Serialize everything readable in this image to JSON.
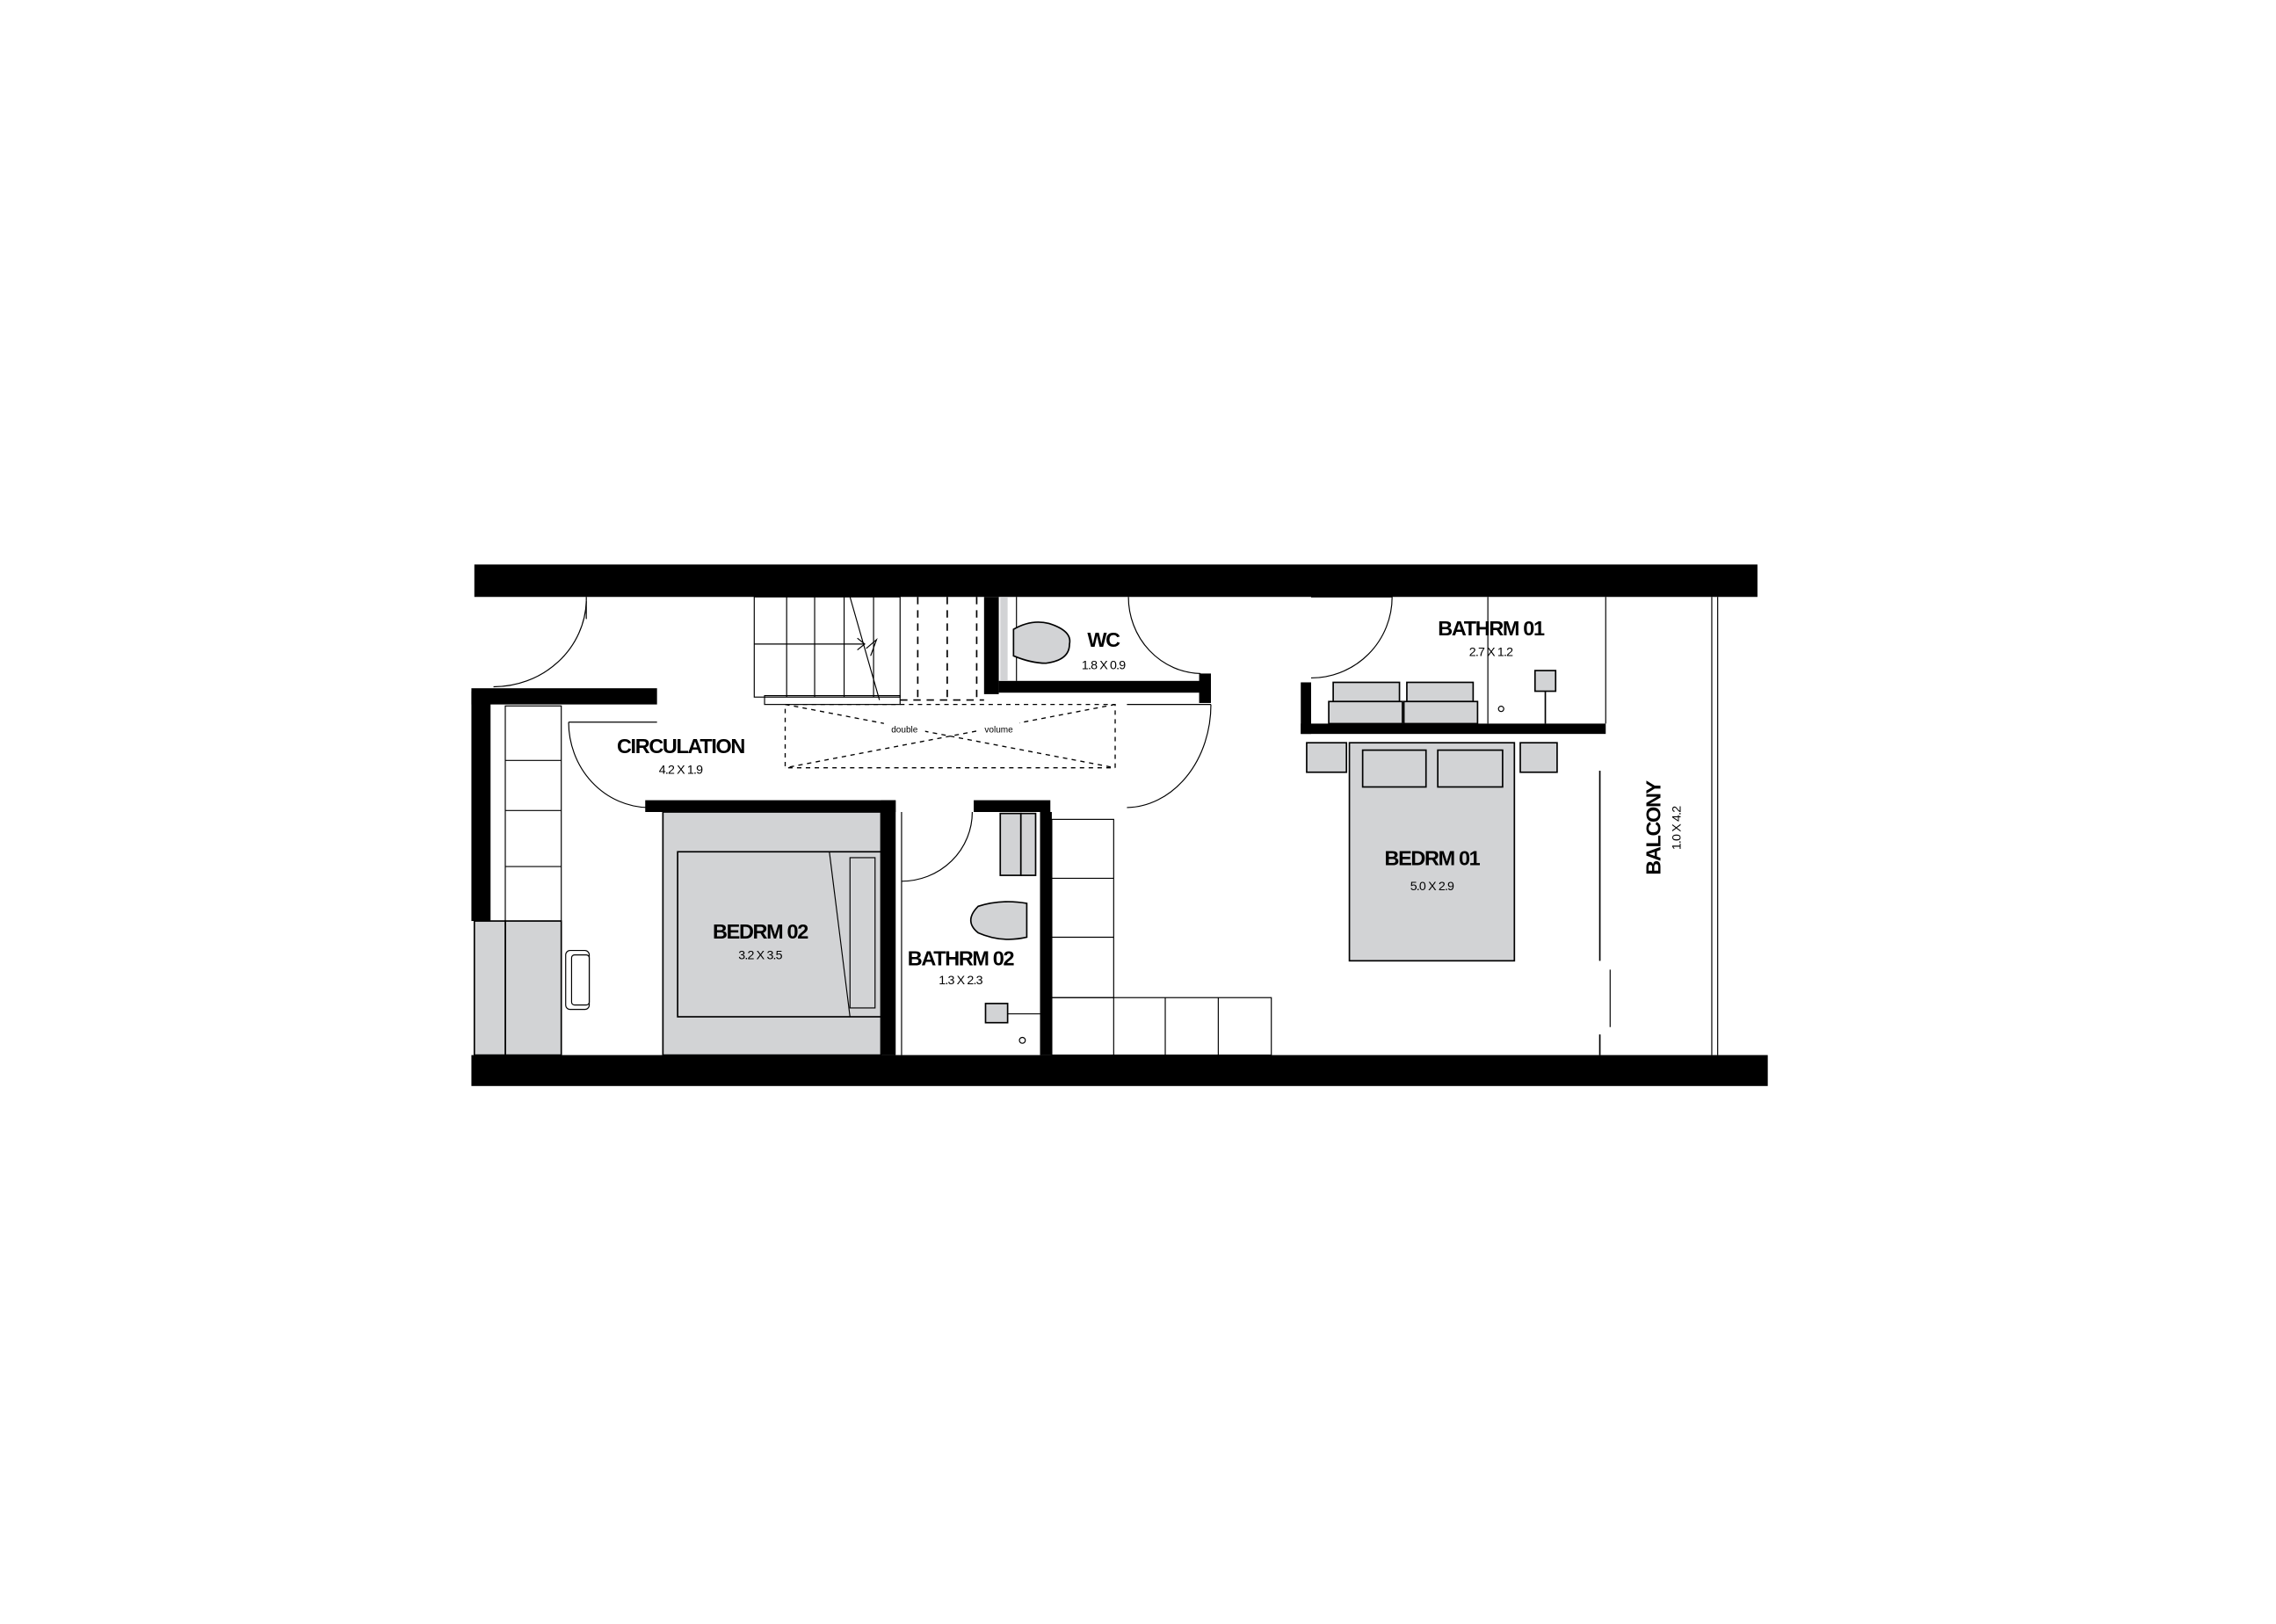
{
  "plan": {
    "rooms": [
      {
        "id": "circulation",
        "name": "CIRCULATION",
        "size": "4.2 X 1.9"
      },
      {
        "id": "wc",
        "name": "WC",
        "size": "1.8 X 0.9"
      },
      {
        "id": "bathrm01",
        "name": "BATHRM 01",
        "size": "2.7 X 1.2"
      },
      {
        "id": "bedrm01",
        "name": "BEDRM 01",
        "size": "5.0 X 2.9"
      },
      {
        "id": "bedrm02",
        "name": "BEDRM 02",
        "size": "3.2 X 3.5"
      },
      {
        "id": "bathrm02",
        "name": "BATHRM 02",
        "size": "1.3 X 2.3"
      },
      {
        "id": "balcony",
        "name": "BALCONY",
        "size": "1.0 X 4.2"
      }
    ],
    "void_label": {
      "left": "double",
      "right": "volume"
    },
    "colors": {
      "wall": "#000000",
      "furniture": "#d2d3d5",
      "background": "#ffffff"
    }
  }
}
